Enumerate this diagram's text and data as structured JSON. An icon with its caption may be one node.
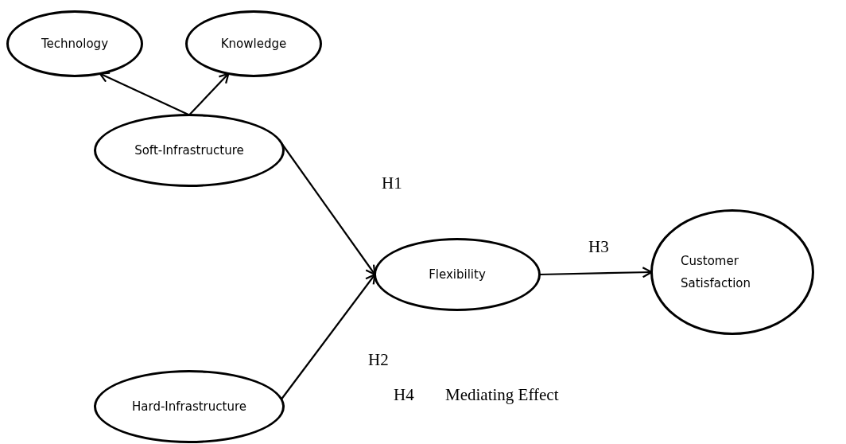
{
  "diagram": {
    "nodes": [
      {
        "text": [
          "Technology"
        ]
      },
      {
        "text": [
          "Knowledge"
        ]
      },
      {
        "text": [
          "Soft-Infrastructure"
        ]
      },
      {
        "text": [
          "Flexibility"
        ]
      },
      {
        "text": [
          "Customer Satisfaction"
        ]
      },
      {
        "text": [
          "Hard-Infrastructure"
        ]
      }
    ],
    "edges": [
      {
        "from": 2,
        "to": 0,
        "arrow": "to"
      },
      {
        "from": 2,
        "to": 1,
        "arrow": "to"
      },
      {
        "from": 2,
        "to": 3,
        "arrow": "to"
      },
      {
        "from": 5,
        "to": 3,
        "arrow": "to"
      },
      {
        "from": 3,
        "to": 4,
        "arrow": "to",
        "label": "H3"
      }
    ],
    "labels": [
      "H1",
      "H2",
      "H4",
      "Mediating Effect"
    ]
  }
}
